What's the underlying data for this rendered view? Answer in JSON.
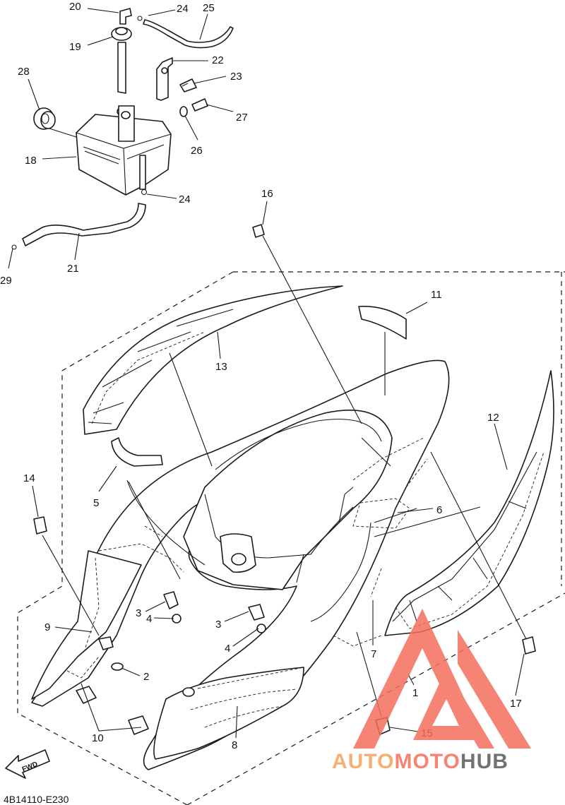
{
  "drawing_code": "4B14110-E230",
  "fwd_label": "FWD",
  "watermark": {
    "word1": "AUTO",
    "word2": "MOTO",
    "word3": "HUB",
    "color_primary": "#f46f5c",
    "color_secondary": "#f5a25a",
    "color_dark": "#5a5a5a"
  },
  "callouts": {
    "c1": "1",
    "c2": "2",
    "c3a": "3",
    "c3b": "3",
    "c4a": "4",
    "c4b": "4",
    "c5": "5",
    "c6": "6",
    "c7": "7",
    "c8": "8",
    "c9": "9",
    "c10": "10",
    "c11": "11",
    "c12": "12",
    "c13": "13",
    "c14": "14",
    "c15": "15",
    "c16": "16",
    "c17": "17",
    "c18": "18",
    "c19": "19",
    "c20": "20",
    "c21": "21",
    "c22": "22",
    "c23": "23",
    "c24a": "24",
    "c24b": "24",
    "c25": "25",
    "c26": "26",
    "c27": "27",
    "c28": "28",
    "c29": "29"
  }
}
